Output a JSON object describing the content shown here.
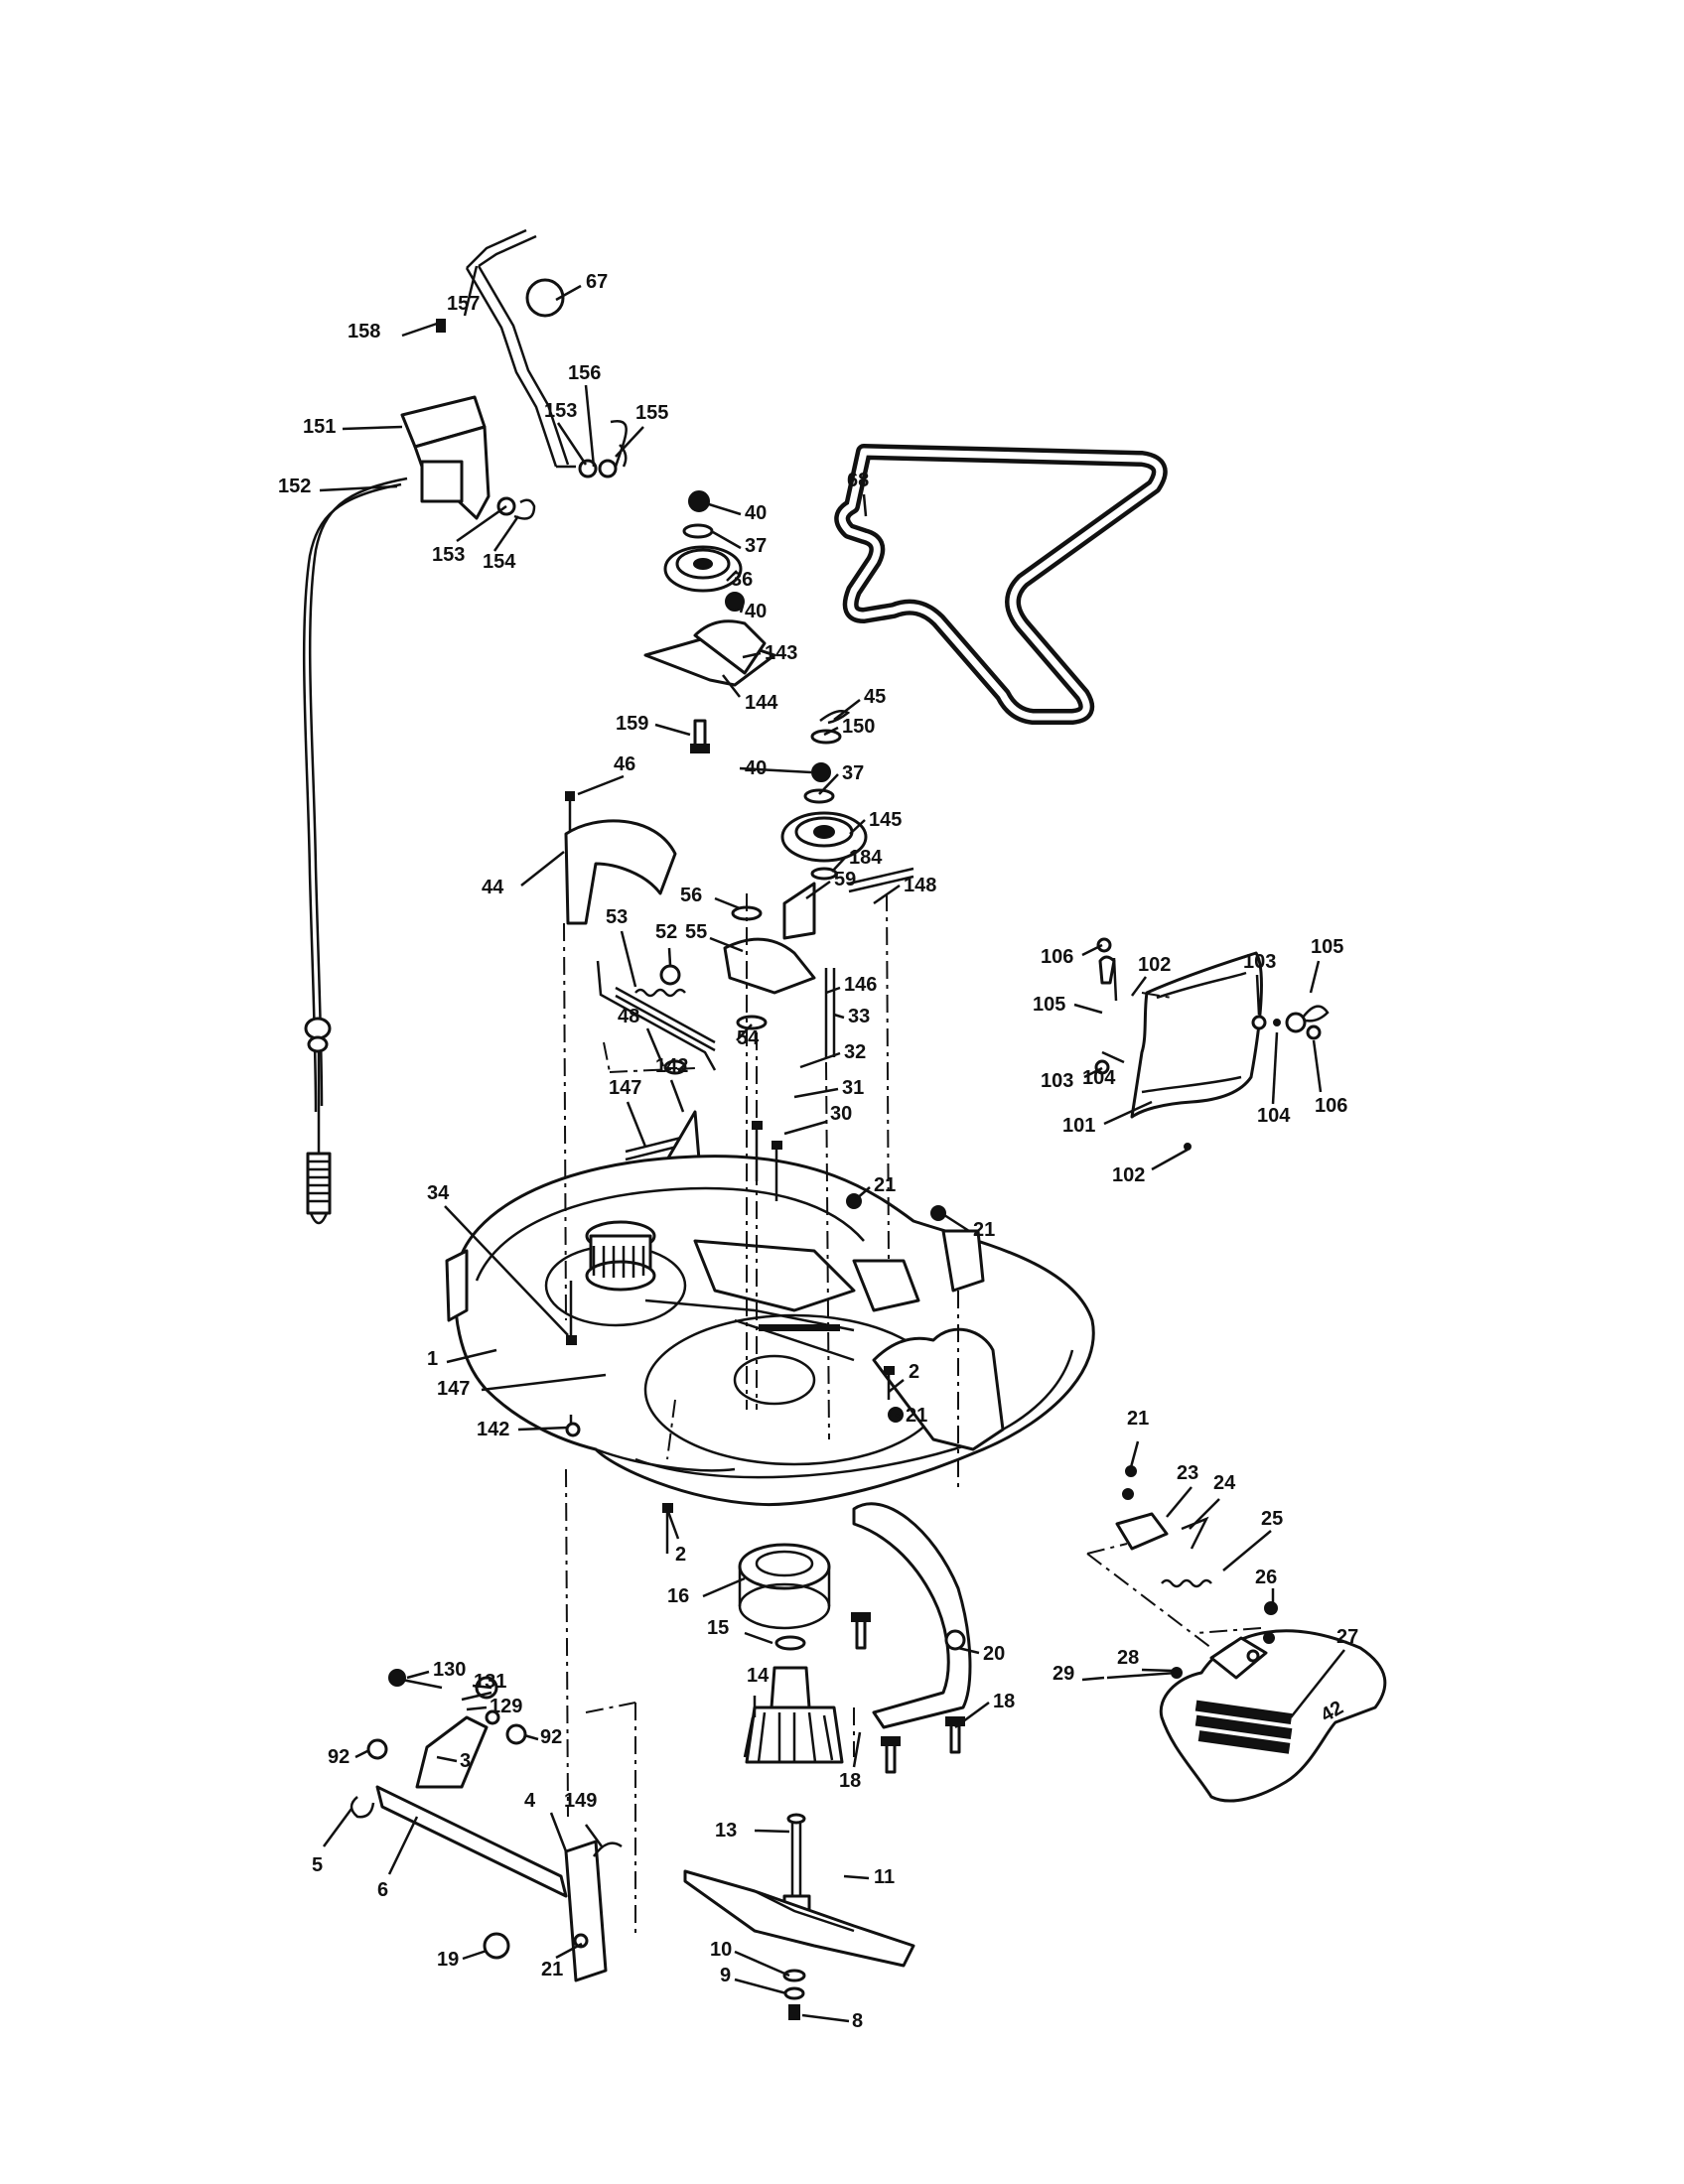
{
  "callouts": [
    {
      "n": "67"
    },
    {
      "n": "157"
    },
    {
      "n": "158"
    },
    {
      "n": "156"
    },
    {
      "n": "153"
    },
    {
      "n": "155"
    },
    {
      "n": "151"
    },
    {
      "n": "152"
    },
    {
      "n": "153"
    },
    {
      "n": "154"
    },
    {
      "n": "68"
    },
    {
      "n": "40"
    },
    {
      "n": "37"
    },
    {
      "n": "36"
    },
    {
      "n": "40"
    },
    {
      "n": "143"
    },
    {
      "n": "144"
    },
    {
      "n": "159"
    },
    {
      "n": "45"
    },
    {
      "n": "150"
    },
    {
      "n": "40"
    },
    {
      "n": "37"
    },
    {
      "n": "145"
    },
    {
      "n": "46"
    },
    {
      "n": "44"
    },
    {
      "n": "184"
    },
    {
      "n": "56"
    },
    {
      "n": "59"
    },
    {
      "n": "148"
    },
    {
      "n": "55"
    },
    {
      "n": "53"
    },
    {
      "n": "52"
    },
    {
      "n": "146"
    },
    {
      "n": "48"
    },
    {
      "n": "54"
    },
    {
      "n": "33"
    },
    {
      "n": "32"
    },
    {
      "n": "142"
    },
    {
      "n": "147"
    },
    {
      "n": "31"
    },
    {
      "n": "30"
    },
    {
      "n": "106"
    },
    {
      "n": "102"
    },
    {
      "n": "103"
    },
    {
      "n": "105"
    },
    {
      "n": "105"
    },
    {
      "n": "104"
    },
    {
      "n": "103"
    },
    {
      "n": "104"
    },
    {
      "n": "106"
    },
    {
      "n": "101"
    },
    {
      "n": "102"
    },
    {
      "n": "34"
    },
    {
      "n": "21"
    },
    {
      "n": "21"
    },
    {
      "n": "1"
    },
    {
      "n": "147"
    },
    {
      "n": "2"
    },
    {
      "n": "21"
    },
    {
      "n": "142"
    },
    {
      "n": "2"
    },
    {
      "n": "16"
    },
    {
      "n": "21"
    },
    {
      "n": "23"
    },
    {
      "n": "24"
    },
    {
      "n": "25"
    },
    {
      "n": "26"
    },
    {
      "n": "15"
    },
    {
      "n": "20"
    },
    {
      "n": "14"
    },
    {
      "n": "18"
    },
    {
      "n": "18"
    },
    {
      "n": "28"
    },
    {
      "n": "27"
    },
    {
      "n": "29"
    },
    {
      "n": "130"
    },
    {
      "n": "131"
    },
    {
      "n": "129"
    },
    {
      "n": "92"
    },
    {
      "n": "92"
    },
    {
      "n": "3"
    },
    {
      "n": "4"
    },
    {
      "n": "149"
    },
    {
      "n": "5"
    },
    {
      "n": "6"
    },
    {
      "n": "13"
    },
    {
      "n": "11"
    },
    {
      "n": "19"
    },
    {
      "n": "21"
    },
    {
      "n": "10"
    },
    {
      "n": "9"
    },
    {
      "n": "8"
    }
  ],
  "deck_badge_text": "42"
}
